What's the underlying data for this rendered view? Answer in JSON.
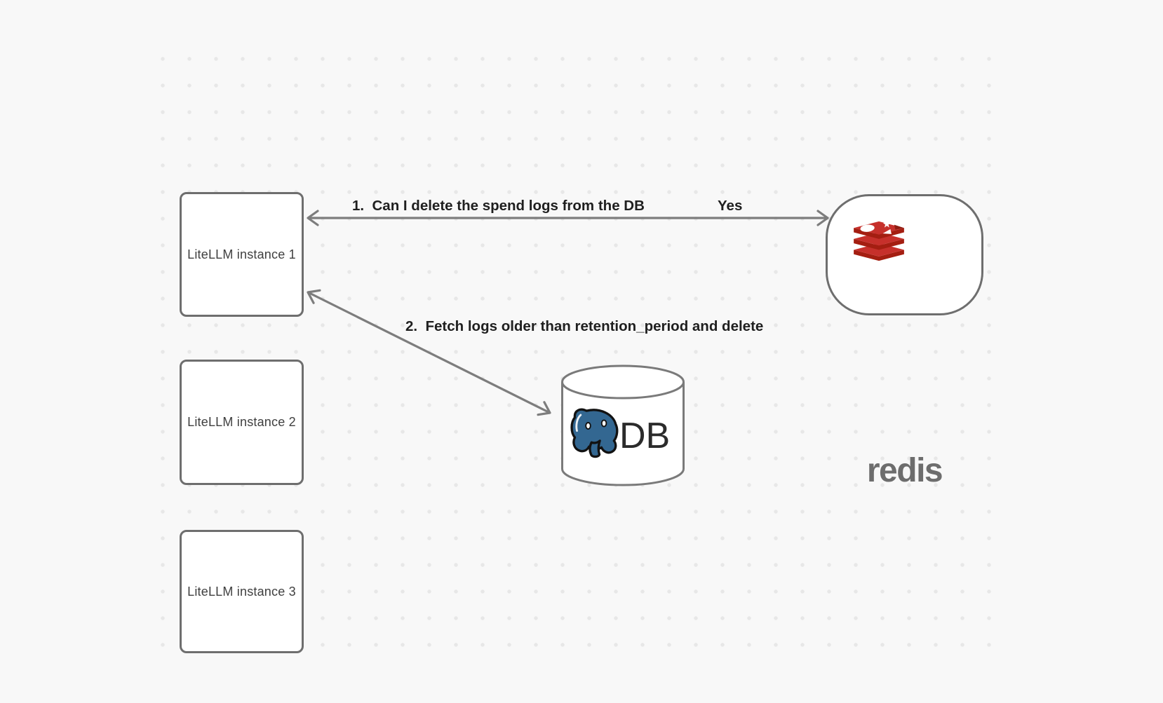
{
  "canvas": {
    "background_color": "#f8f8f8",
    "dot_color": "#e7e7e7",
    "stroke_color": "#7d7d7d"
  },
  "nodes": {
    "litellm_instances": [
      {
        "label": "LiteLLM instance 1"
      },
      {
        "label": "LiteLLM instance 2"
      },
      {
        "label": "LiteLLM instance 3"
      }
    ],
    "redis": {
      "wordmark": "redis",
      "icon": "redis-stack-icon",
      "brand_red": "#c6302b",
      "brand_red_dark": "#a41e11",
      "wordmark_color": "#6d6d6d"
    },
    "database": {
      "label": "DB",
      "icon": "postgresql-elephant-icon",
      "postgres_blue": "#336791"
    }
  },
  "arrows": [
    {
      "label": "1.  Can I delete the spend logs from the DB",
      "response": "Yes",
      "from": "redis",
      "to": "LiteLLM instance 1",
      "direction": "both"
    },
    {
      "label": "2.  Fetch logs older than retention_period and delete",
      "from": "LiteLLM instance 1",
      "to": "DB",
      "direction": "both"
    }
  ]
}
